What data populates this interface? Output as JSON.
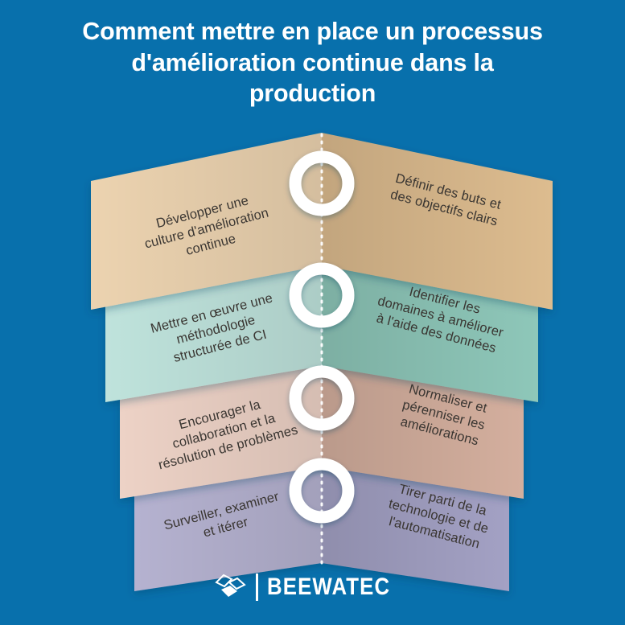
{
  "background_color": "#0870ac",
  "title": {
    "lines": [
      "Comment mettre en place un processus",
      "d'amélioration continue dans la",
      "production"
    ],
    "color": "#ffffff"
  },
  "chart_data": {
    "type": "diagram",
    "diagram_style": "nested-chevron-funnel",
    "title": "Comment mettre en place un processus d'amélioration continue dans la production",
    "rows": 4,
    "items_per_row": 2,
    "text_color": "#3a3632",
    "connector": {
      "style": "dotted-vertical-line",
      "color": "#ffffff",
      "node_shape": "ring",
      "node_count": 4,
      "node_ring_color": "#ffffff"
    },
    "steps": [
      {
        "row": 1,
        "left": {
          "text": "Développer une\nculture d'amélioration\ncontinue",
          "color": "#ecd3b0"
        },
        "right": {
          "text": "Définir des buts et\ndes objectifs clairs",
          "color": "#ddbc8f"
        }
      },
      {
        "row": 2,
        "left": {
          "text": "Mettre en œuvre une\nméthodologie\nstructurée de CI",
          "color": "#bfe3dc"
        },
        "right": {
          "text": "Identifier les\ndomaines à améliorer\nà l'aide des données",
          "color": "#8ec7b9"
        }
      },
      {
        "row": 3,
        "left": {
          "text": "Encourager la\ncollaboration et la\nrésolution de problèmes",
          "color": "#edd2c6"
        },
        "right": {
          "text": "Normaliser et\npérenniser les\naméliorations",
          "color": "#d4af9e"
        }
      },
      {
        "row": 4,
        "left": {
          "text": "Surveiller, examiner\net itérer",
          "color": "#b5b2d0"
        },
        "right": {
          "text": "Tirer parti de la\ntechnologie et de\nl'automatisation",
          "color": "#a3a1c4"
        }
      }
    ]
  },
  "footer": {
    "brand": "BEEWATEC",
    "logo_icon": "beewatec-parallelogram-logo"
  }
}
